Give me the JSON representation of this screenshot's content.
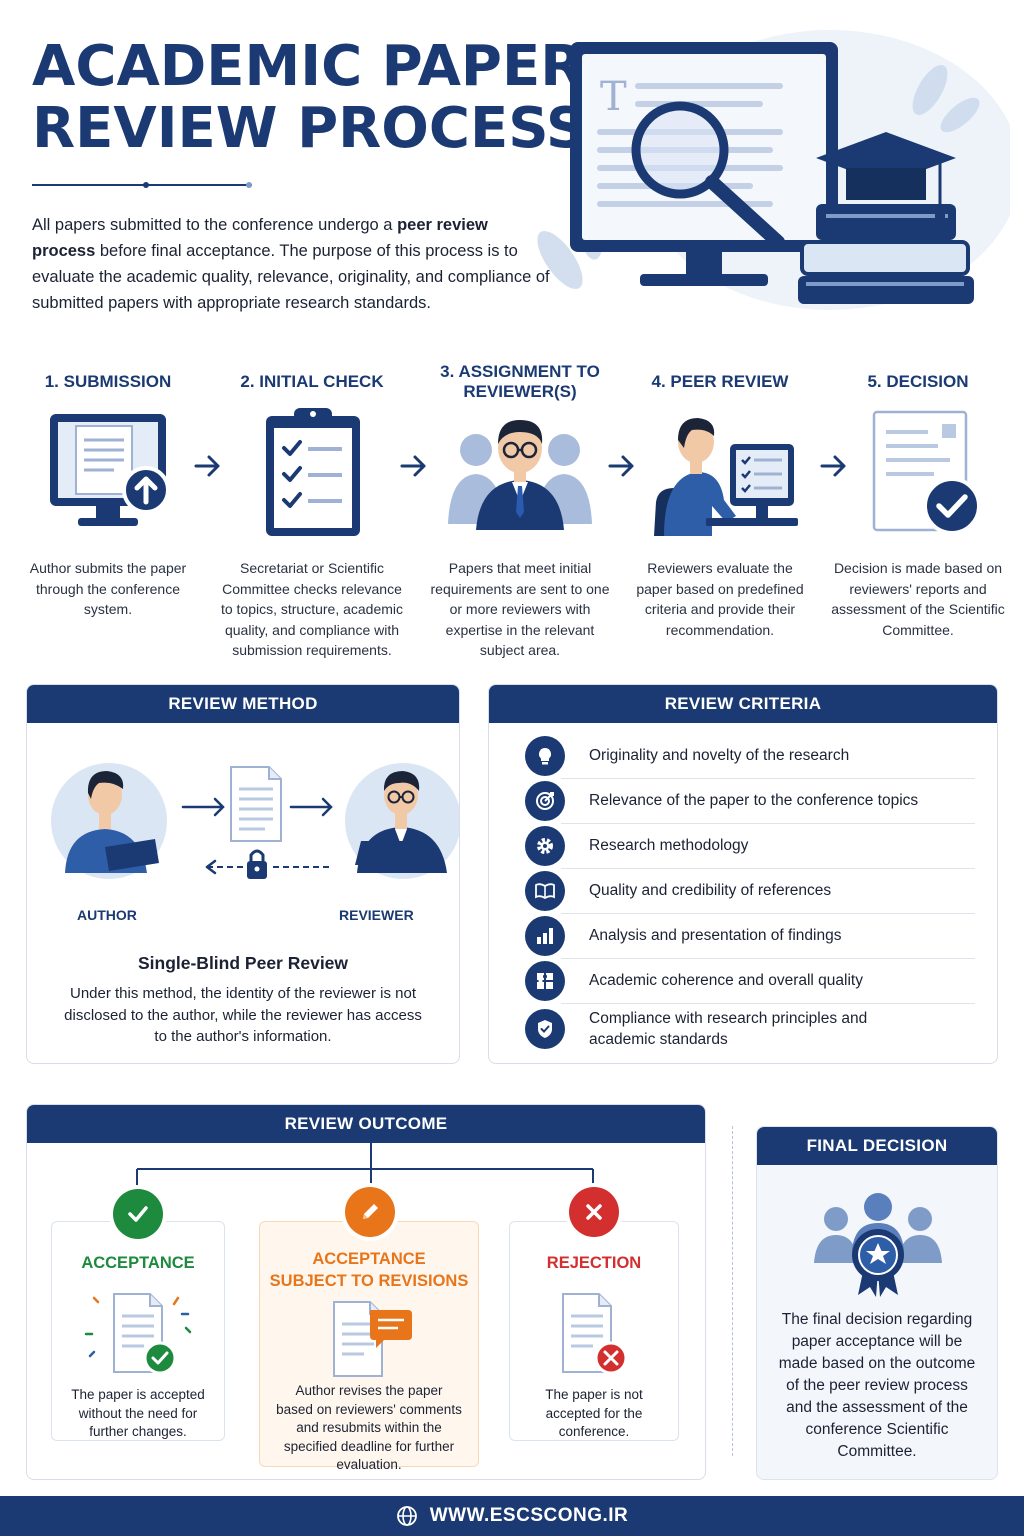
{
  "header": {
    "title_line1": "ACADEMIC PAPER",
    "title_line2": "REVIEW PROCESS",
    "intro_pre": "All papers submitted to the conference undergo a ",
    "intro_bold": "peer review process",
    "intro_post": " before final acceptance. The purpose of this process is to evaluate the academic quality, relevance, originality, and compliance of submitted papers with appropriate research standards."
  },
  "steps": [
    {
      "title": "1. SUBMISSION",
      "desc": "Author submits the paper through the conference system.",
      "icon": "monitor-upload-icon"
    },
    {
      "title": "2. INITIAL CHECK",
      "desc": "Secretariat or Scientific Committee checks relevance to topics, structure, academic quality, and compliance with submission requirements.",
      "icon": "clipboard-checklist-icon"
    },
    {
      "title": "3. ASSIGNMENT TO REVIEWER(S)",
      "desc": "Papers that meet initial requirements are sent to one or more reviewers with expertise in the relevant subject area.",
      "icon": "reviewer-group-icon"
    },
    {
      "title": "4. PEER REVIEW",
      "desc": "Reviewers evaluate the paper based on predefined criteria and provide their recommendation.",
      "icon": "reviewer-at-computer-icon"
    },
    {
      "title": "5. DECISION",
      "desc": "Decision is made based on reviewers' reports and assessment of the Scientific Committee.",
      "icon": "document-check-icon"
    }
  ],
  "review_method": {
    "heading": "REVIEW METHOD",
    "author_label": "AUTHOR",
    "reviewer_label": "REVIEWER",
    "title": "Single-Blind Peer Review",
    "desc": "Under this method, the identity of the reviewer is not disclosed to the author, while the reviewer has access to the author's information."
  },
  "review_criteria": {
    "heading": "REVIEW CRITERIA",
    "items": [
      {
        "text": "Originality and novelty of the research",
        "icon": "lightbulb-icon"
      },
      {
        "text": "Relevance of the paper to the conference topics",
        "icon": "target-icon"
      },
      {
        "text": "Research methodology",
        "icon": "gear-icon"
      },
      {
        "text": "Quality and credibility of references",
        "icon": "book-icon"
      },
      {
        "text": "Analysis and presentation of findings",
        "icon": "bar-chart-icon"
      },
      {
        "text": "Academic coherence and overall quality",
        "icon": "puzzle-icon"
      },
      {
        "text": "Compliance with research principles and academic standards",
        "icon": "shield-check-icon"
      }
    ]
  },
  "review_outcome": {
    "heading": "REVIEW OUTCOME",
    "acceptance": {
      "title": "ACCEPTANCE",
      "desc": "The paper is accepted without the need for further changes.",
      "color": "#1e8a3e"
    },
    "revisions": {
      "title_line1": "ACCEPTANCE",
      "title_line2": "SUBJECT TO REVISIONS",
      "desc": "Author revises the paper based on reviewers' comments and resubmits within the specified deadline for further evaluation.",
      "color": "#e8751a"
    },
    "rejection": {
      "title": "REJECTION",
      "desc": "The paper is not accepted for the conference.",
      "color": "#d32f2f"
    }
  },
  "final_decision": {
    "heading": "FINAL DECISION",
    "desc": "The final decision regarding paper acceptance will be made based on the outcome of the peer review process and the assessment of the conference Scientific Committee."
  },
  "footer": {
    "url": "WWW.ESCSCONG.IR"
  },
  "colors": {
    "navy": "#1b3a73",
    "light_blue": "#dbe6f5",
    "mid_blue": "#7f9cc9"
  }
}
